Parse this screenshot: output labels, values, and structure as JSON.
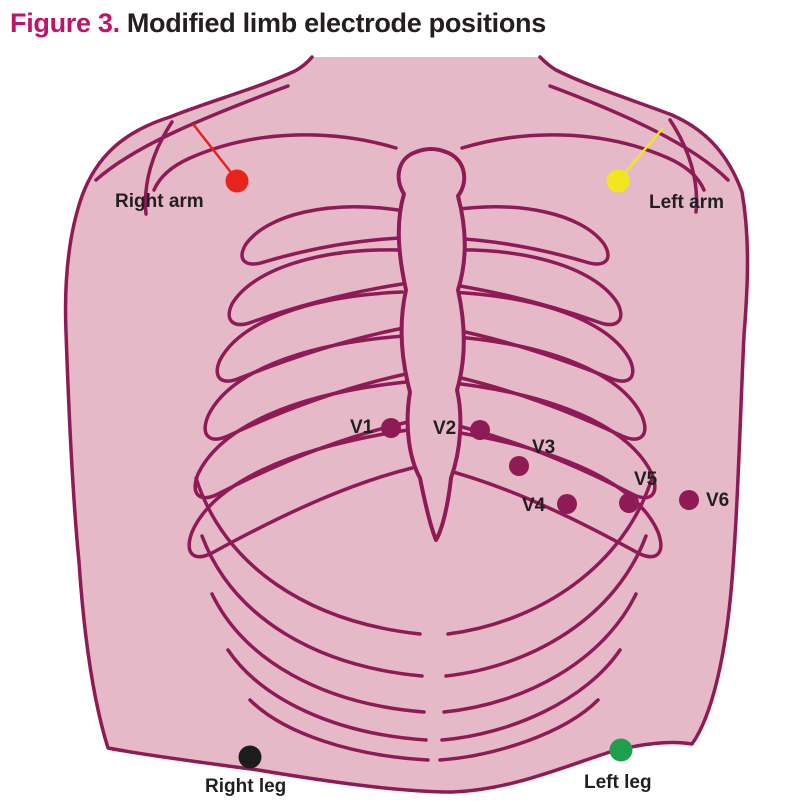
{
  "figure": {
    "label": "Figure 3.",
    "title": "Modified limb electrode positions"
  },
  "colors": {
    "background": "#ffffff",
    "body_fill": "#e6b9c9",
    "line": "#8e1a56",
    "title_accent": "#c0136b",
    "text": "#231f20"
  },
  "electrodes": {
    "limb": [
      {
        "id": "right-arm",
        "label": "Right arm",
        "color": "#e8231c"
      },
      {
        "id": "left-arm",
        "label": "Left arm",
        "color": "#f3e51e"
      },
      {
        "id": "right-leg",
        "label": "Right leg",
        "color": "#1d1d1b"
      },
      {
        "id": "left-leg",
        "label": "Left leg",
        "color": "#1f9e4b"
      }
    ],
    "chest": [
      {
        "id": "V1",
        "label": "V1",
        "color": "#8e1a56"
      },
      {
        "id": "V2",
        "label": "V2",
        "color": "#8e1a56"
      },
      {
        "id": "V3",
        "label": "V3",
        "color": "#8e1a56"
      },
      {
        "id": "V4",
        "label": "V4",
        "color": "#8e1a56"
      },
      {
        "id": "V5",
        "label": "V5",
        "color": "#8e1a56"
      },
      {
        "id": "V6",
        "label": "V6",
        "color": "#8e1a56"
      }
    ]
  }
}
